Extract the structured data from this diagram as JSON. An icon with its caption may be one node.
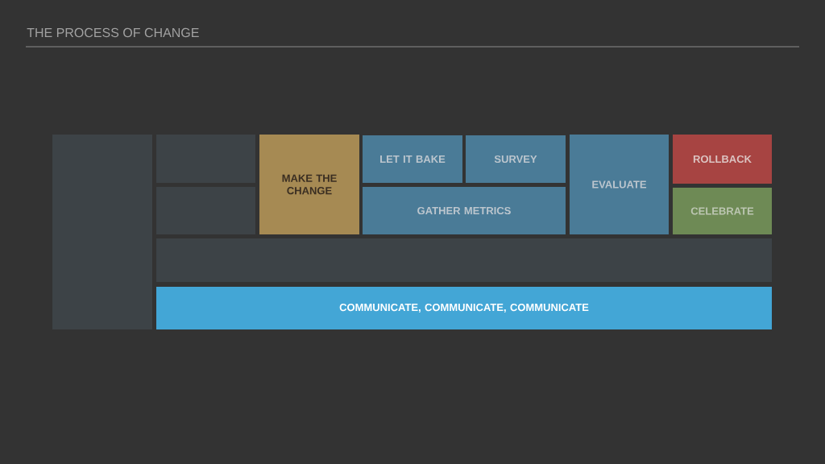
{
  "diagram": {
    "title": "THE PROCESS OF CHANGE",
    "nodes": [
      {
        "text": [],
        "shape": "box"
      },
      {
        "text": [],
        "shape": "box"
      },
      {
        "text": [],
        "shape": "box"
      },
      {
        "text": [
          "MAKE THE CHANGE"
        ]
      },
      {
        "text": [
          "LET IT BAKE"
        ]
      },
      {
        "text": [
          "SURVEY"
        ]
      },
      {
        "text": [
          "GATHER METRICS"
        ]
      },
      {
        "text": [
          "EVALUATE"
        ]
      },
      {
        "text": [
          "ROLLBACK"
        ]
      },
      {
        "text": [
          "CELEBRATE"
        ]
      },
      {
        "text": [],
        "shape": "box"
      },
      {
        "text": [
          "COMMUNICATE, COMMUNICATE, COMMUNICATE"
        ]
      }
    ]
  }
}
